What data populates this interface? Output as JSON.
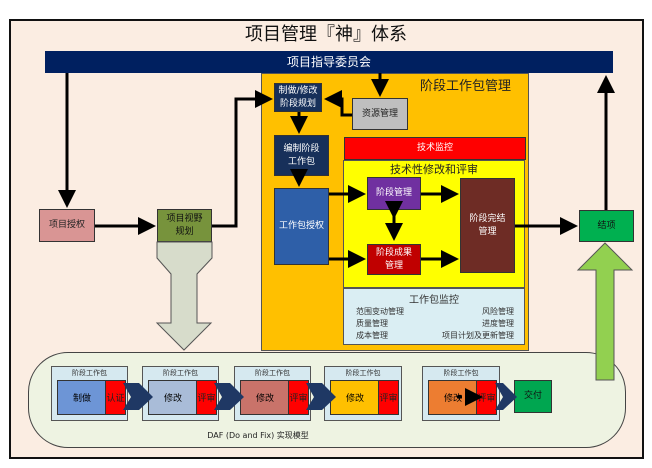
{
  "title": "项目管理『神』体系",
  "steering": "项目指导委员会",
  "stage_mgmt": {
    "title": "阶段工作包管理",
    "plan": "制做/修改阶段规划",
    "resource": "资源管理",
    "compile": "编制阶段工作包",
    "authorize": "工作包授权",
    "tech_monitor": "技术监控",
    "tech_review": "技术性修改和评审",
    "phase_mgmt": "阶段管理",
    "phase_output": "阶段成果管理",
    "phase_close": "阶段完结管理"
  },
  "monitor": {
    "title": "工作包监控",
    "items": [
      "范围变动管理",
      "风险管理",
      "质量管理",
      "进度管理",
      "成本管理",
      "项目计划及更新管理"
    ]
  },
  "project_auth": "项目授权",
  "vision": "项目视野规划",
  "closure": "结项",
  "daf": {
    "label": "DAF (Do and Fix) 实现模型",
    "packages": [
      {
        "title": "阶段工作包",
        "main": "制做",
        "check": "认证",
        "color": "#6d95d6"
      },
      {
        "title": "阶段工作包",
        "main": "修改",
        "check": "评审",
        "color": "#a9bcd8"
      },
      {
        "title": "阶段工作包",
        "main": "修改",
        "check": "评审",
        "color": "#c9736a"
      },
      {
        "title": "阶段工作包",
        "main": "修改",
        "check": "评审",
        "color": "#ffc000"
      },
      {
        "title": "阶段工作包",
        "main": "修改",
        "check": "评审",
        "color": "#ed7d31"
      }
    ],
    "deliver": "交付"
  }
}
